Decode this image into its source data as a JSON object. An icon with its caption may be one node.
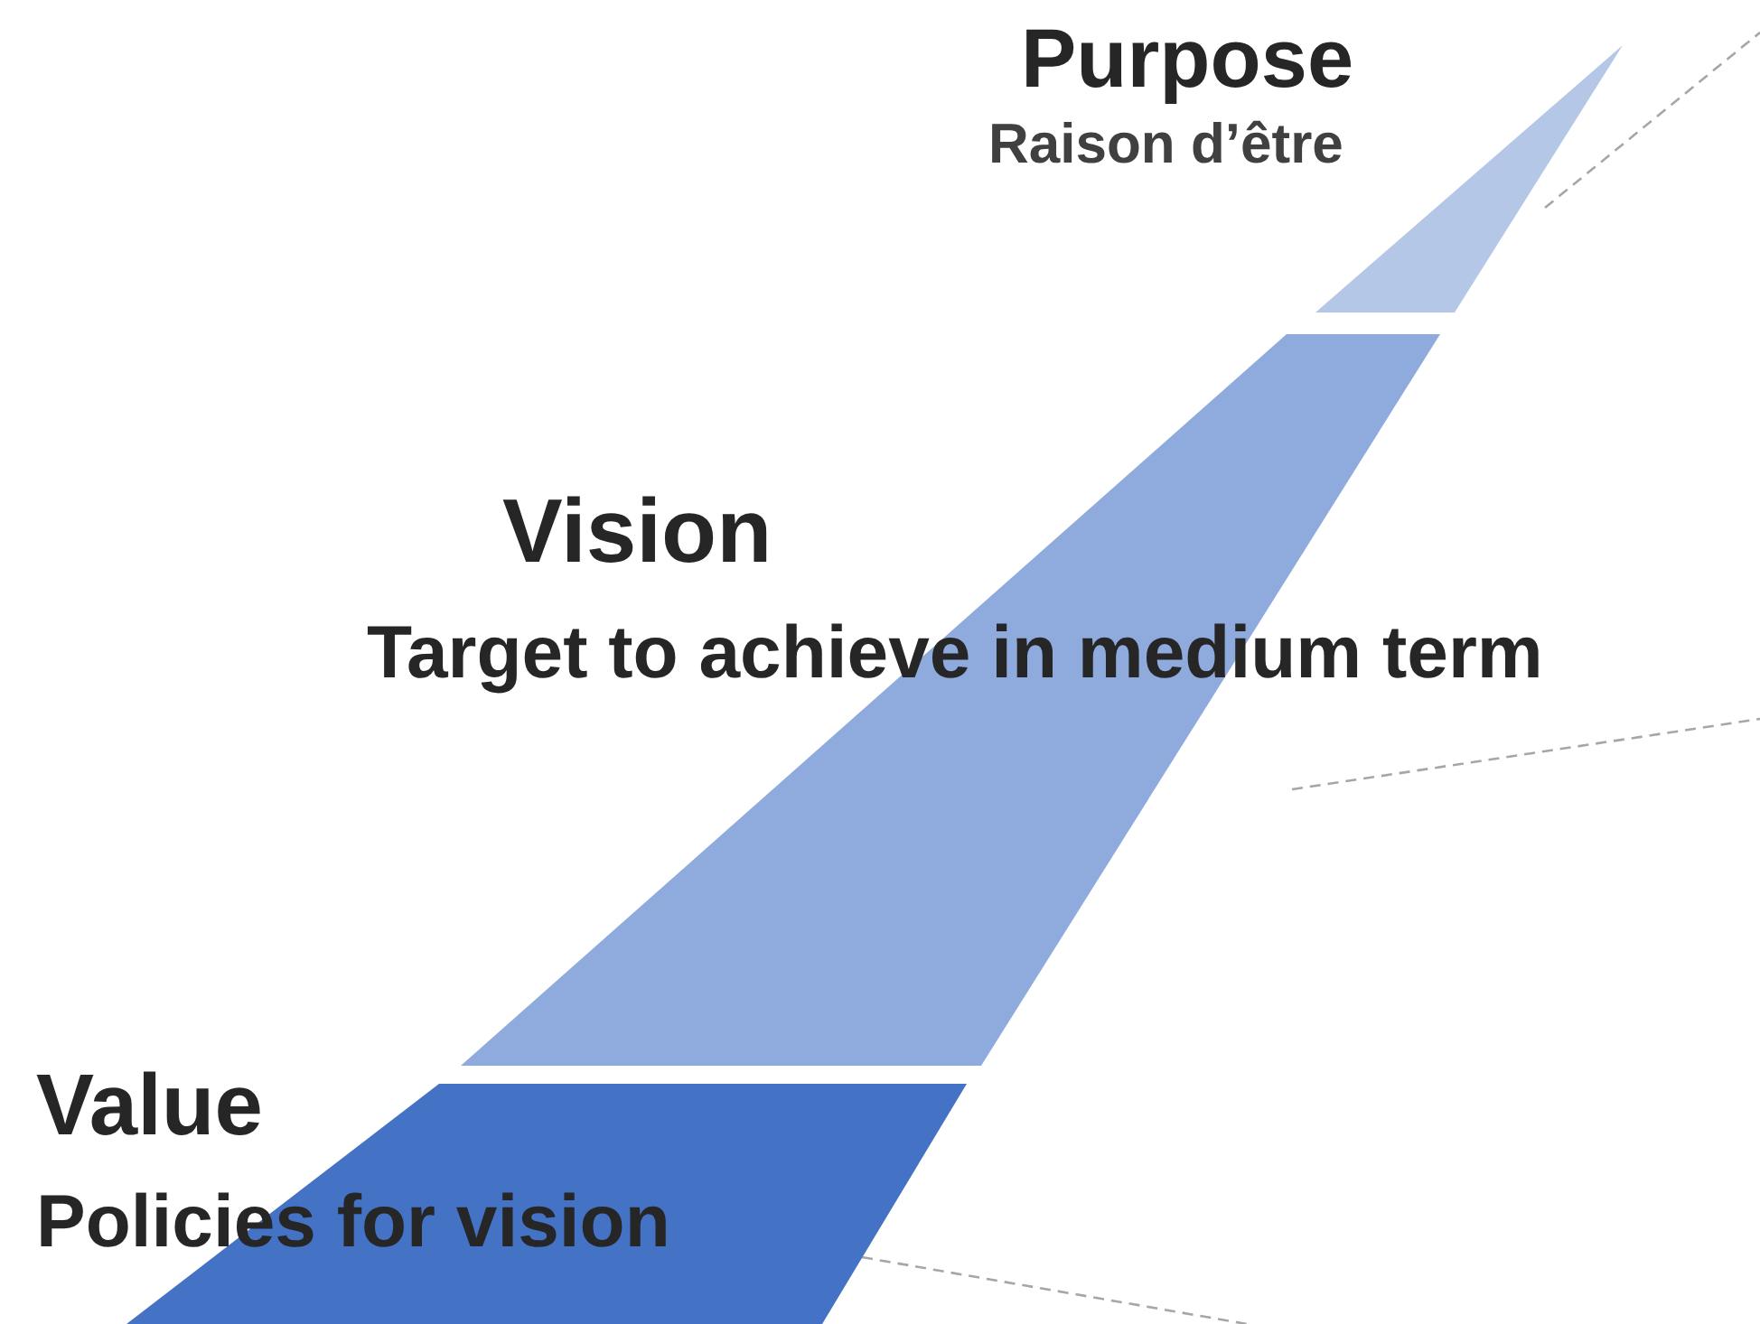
{
  "diagram": {
    "nodes": [
      {
        "text": [
          "Purpose",
          "Raison d’être"
        ]
      },
      {
        "text": [
          "Vision",
          "Target to achieve in medium term"
        ]
      },
      {
        "text": [
          "Value",
          "Policies for vision"
        ]
      }
    ],
    "edges": [
      {
        "from": 0,
        "to": null,
        "arrow": "none",
        "style": "dashed"
      },
      {
        "from": 1,
        "to": null,
        "arrow": "none",
        "style": "dashed"
      },
      {
        "from": 2,
        "to": null,
        "arrow": "none",
        "style": "dashed"
      }
    ]
  }
}
